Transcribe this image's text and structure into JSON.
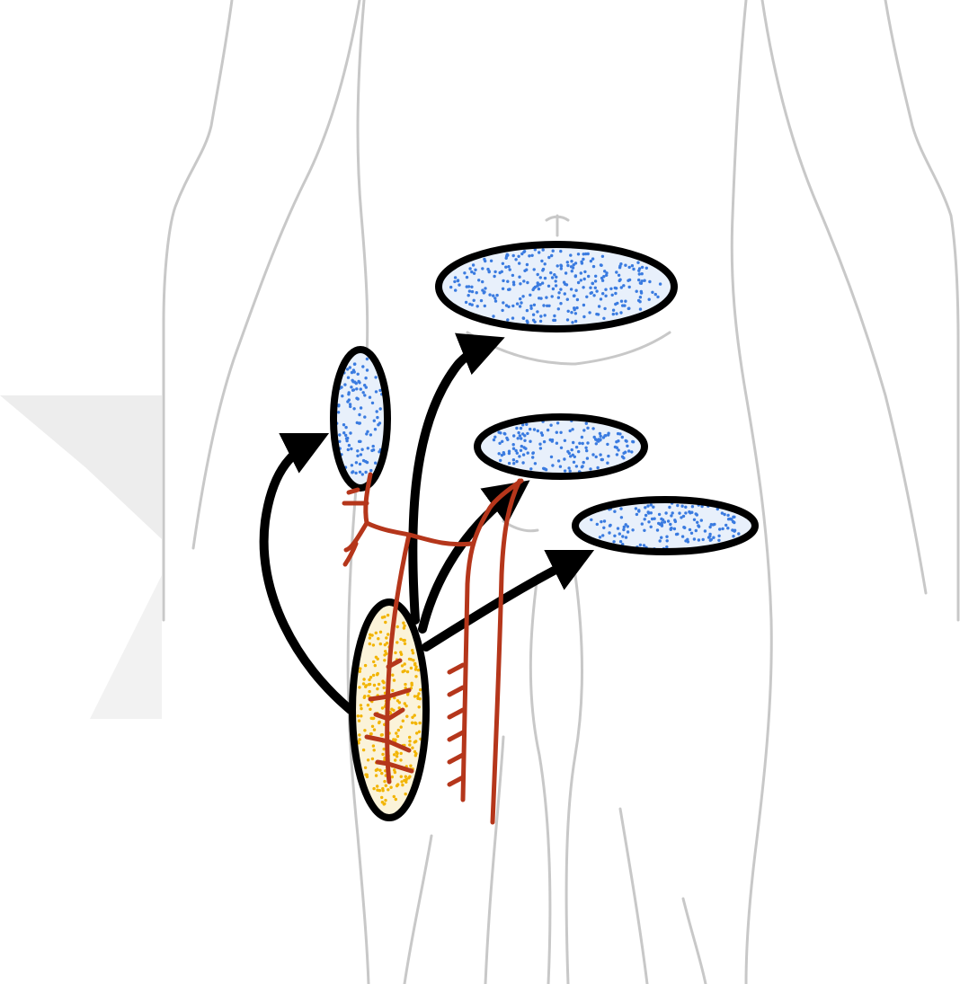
{
  "figure": {
    "description_text": "",
    "colors": {
      "background": "#ffffff",
      "body_outline": "#c8c8c8",
      "watermark": "#ededed",
      "ellipse_stroke": "#000000",
      "arrow": "#000000",
      "recipient_fill": "#e8f0fb",
      "recipient_dots": "#3a7be0",
      "donor_fill": "#fbf3d9",
      "donor_dots": "#f2b400",
      "vessels": "#b5361b"
    },
    "icons": {
      "body": "human-body-silhouette-outline",
      "donor": "donor-tissue-ellipse",
      "recipients": "recipient-tissue-ellipse",
      "vessels": "blood-vessel-tree",
      "arrows": "curved-arrow"
    },
    "recipient_sites": [
      {
        "id": "upper-left-small"
      },
      {
        "id": "top-large"
      },
      {
        "id": "middle"
      },
      {
        "id": "right"
      }
    ]
  }
}
